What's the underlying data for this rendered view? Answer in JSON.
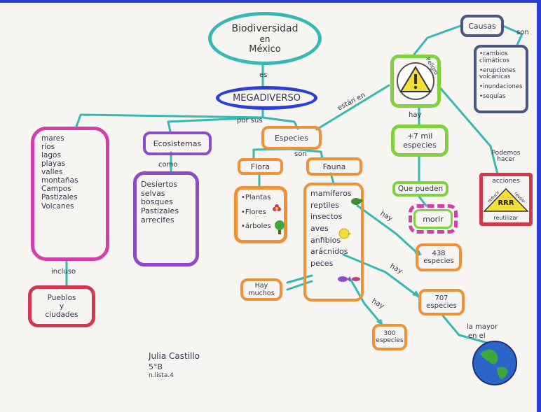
{
  "title": {
    "line1": "Biodiversidad",
    "line2": "en",
    "line3": "México"
  },
  "nodes": {
    "megadiverso": "MEGADIVERSO",
    "especies": "Especies",
    "ecosistemas": "Ecosistemas",
    "geografia": [
      "mares",
      "ríos",
      "lagos",
      "playas",
      "valles",
      "montañas",
      "Campos",
      "Pastizales",
      "Volcanes"
    ],
    "ciudades": [
      "Pueblos",
      "y",
      "ciudades"
    ],
    "ecosistemas_list": [
      "Desiertos",
      "selvas",
      "bosques",
      "Pastizales",
      "arrecifes"
    ],
    "flora": "Flora",
    "fauna": "Fauna",
    "flora_list": [
      "•Plantas",
      "•Flores",
      "•árboles"
    ],
    "fauna_list": [
      "mamíferos",
      "reptiles",
      "insectos",
      "aves",
      "anfibios",
      "arácnidos",
      "peces"
    ],
    "hay_muchos": "Hay muchos",
    "causas": "Causas",
    "causas_list": [
      "•cambios climáticos",
      "•erupciones volcánicas",
      "•inundaciones",
      "•sequías"
    ],
    "mil_especies": "+7 mil especies",
    "que_pueden": "Que pueden",
    "morir": "morir",
    "especies_438": "438 especies",
    "especies_707": "707 especies",
    "especies_300": "300 especies",
    "acciones": "acciones",
    "rrr": "RRR",
    "reducir": "reducir",
    "reusar": "reusar",
    "reutilizar": "reutilizar"
  },
  "connectors": {
    "es": "es",
    "por_sus": "por sus",
    "como": "como",
    "son1": "son",
    "incluso": "incluso",
    "estan_en": "están en",
    "peligro": "Peligro",
    "hay1": "hay",
    "son2": "son",
    "podemos_hacer": "Podemos hacer",
    "hay2": "hay",
    "hay3": "hay",
    "hay4": "hay",
    "la_mayor": "la mayor",
    "en_el": "en el"
  },
  "author": {
    "name": "Julia Castillo",
    "group": "5°B",
    "list": "n.lista.4"
  },
  "colors": {
    "teal": "#37b8b1",
    "purple": "#8d4bc6",
    "pink": "#d43ea8",
    "red": "#d4384e",
    "orange": "#f09138",
    "green": "#7fd23e",
    "navy": "#4b5684",
    "blue": "#2b3fd6",
    "yellow": "#f4df3a"
  },
  "icons": [
    "warning-icon",
    "warning-sign-icon",
    "flower-icon",
    "tree-icon",
    "turtle-icon",
    "bird-icon",
    "fish-icon",
    "virus-icon",
    "earth-globe-icon"
  ]
}
